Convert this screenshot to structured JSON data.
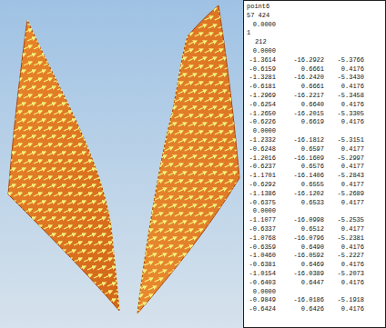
{
  "diagram": {
    "labels": [
      "point6",
      "57 424",
      "0.0000",
      "1",
      "212",
      "0.0000",
      "-1.3614",
      "-16.2922",
      "-5.3766",
      "-0.6159",
      "0.6661",
      "0.4176",
      "-1.3281",
      "-16.2420",
      "-5.3430",
      "-0.6181",
      "0.6661",
      "0.4176",
      "-1.2969",
      "-16.2217",
      "-5.3458",
      "-0.6254",
      "0.6640",
      "0.4176",
      "-1.2650",
      "-16.2015",
      "-5.3305",
      "-0.6226",
      "0.6619",
      "0.4176",
      "0.0000",
      "-1.2332",
      "-16.1812",
      "-5.3151",
      "-0.6248",
      "0.6597",
      "0.4177",
      "-1.2016",
      "-16.1609",
      "-5.2997",
      "-0.6237",
      "0.6576",
      "0.4177",
      "-1.1701",
      "-16.1406",
      "-5.2843",
      "-0.6292",
      "0.6555",
      "0.4177",
      "-1.1386",
      "-16.1202",
      "-5.2689",
      "-0.6375",
      "0.6533",
      "0.4177",
      "0.0000",
      "-1.1077",
      "-16.0998",
      "-5.2535",
      "-0.6337",
      "0.6512",
      "0.4177",
      "-1.0768",
      "-16.0796",
      "-5.2381",
      "-0.6359",
      "0.6490",
      "0.4176",
      "-1.0460",
      "-16.0592",
      "-5.2227",
      "-0.6381",
      "0.6469",
      "0.4176",
      "-1.0154",
      "-16.0389",
      "-5.2073",
      "-0.6403",
      "0.6447",
      "0.4176",
      "0.0000",
      "-0.9849",
      "-16.0186",
      "-5.1918",
      "-0.6424",
      "0.6426",
      "0.4176"
    ]
  }
}
